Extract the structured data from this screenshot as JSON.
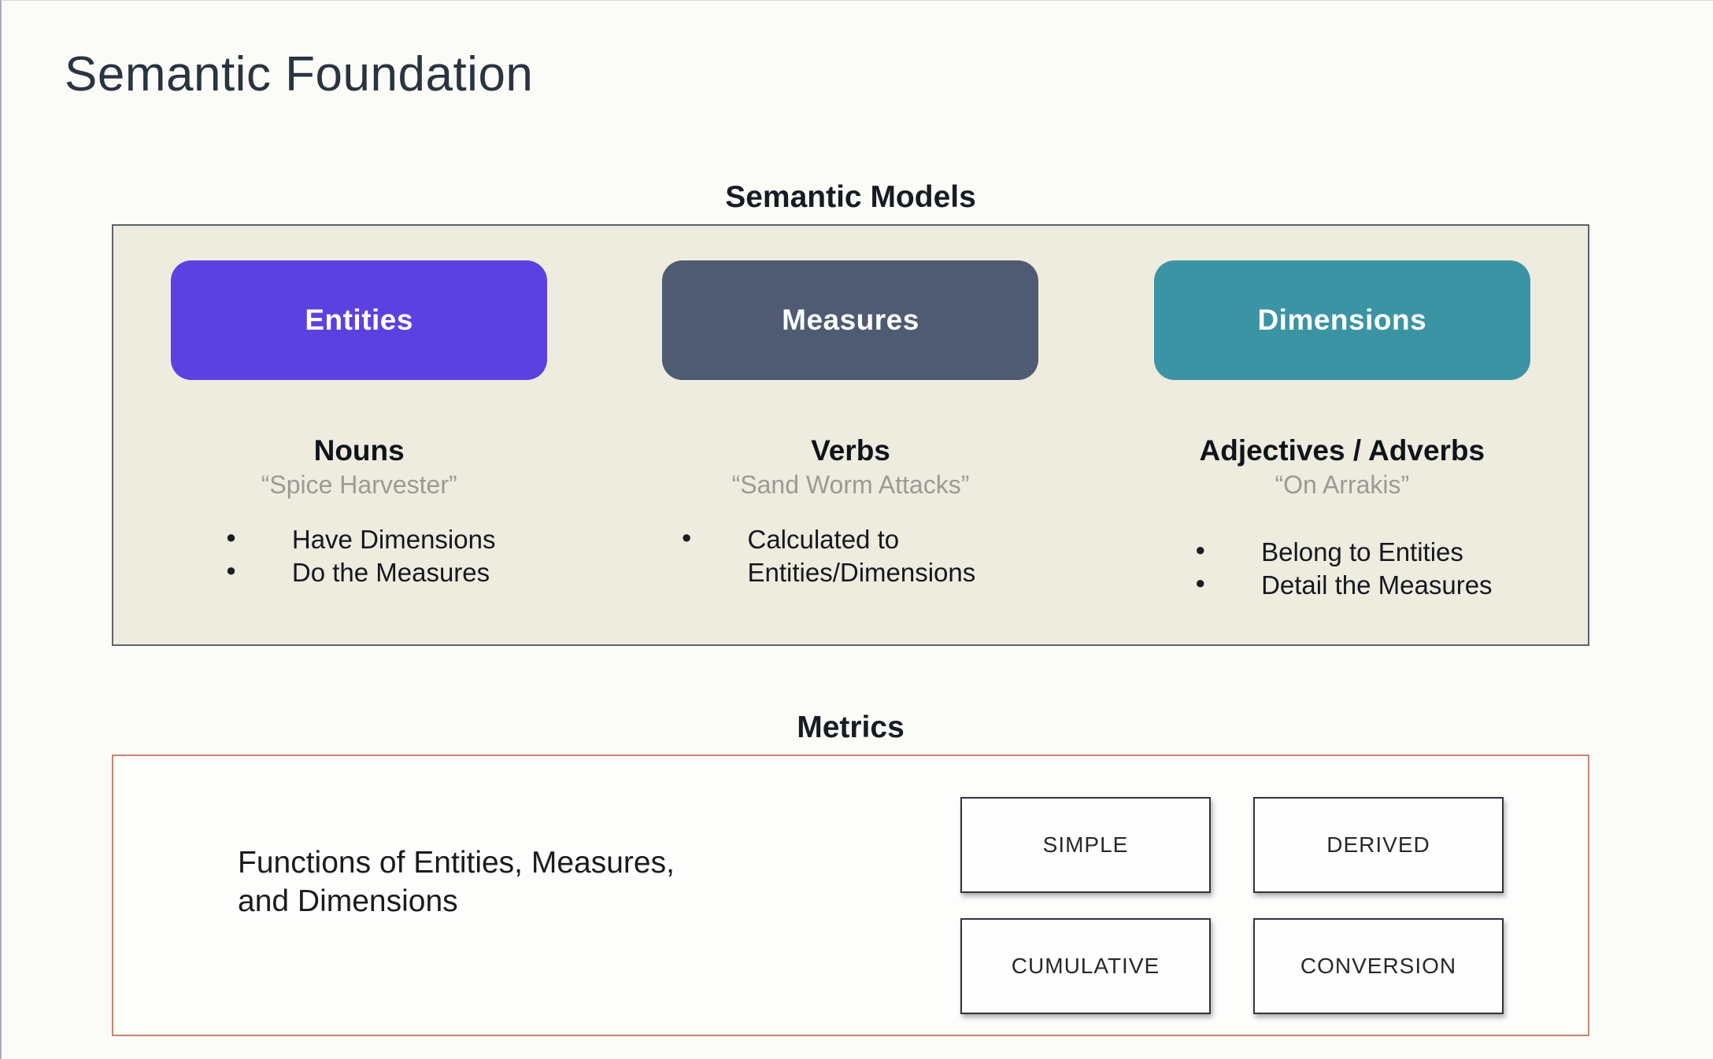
{
  "slide": {
    "title": "Semantic Foundation"
  },
  "semantic_models": {
    "heading": "Semantic Models",
    "panel_bg": "#eeebdf",
    "panel_border": "#5d6368",
    "columns": [
      {
        "pill_label": "Entities",
        "pill_color": "#5b42e0",
        "heading": "Nouns",
        "quote": "“Spice Harvester”",
        "bullets": [
          "Have Dimensions",
          "Do the Measures"
        ]
      },
      {
        "pill_label": "Measures",
        "pill_color": "#4e5b72",
        "heading": "Verbs",
        "quote": "“Sand Worm Attacks”",
        "bullets": [
          "Calculated to Entities/Dimensions"
        ]
      },
      {
        "pill_label": "Dimensions",
        "pill_color": "#3b94a4",
        "heading": "Adjectives / Adverbs",
        "quote": "“On Arrakis”",
        "bullets": [
          "Belong to Entities",
          "Detail the Measures"
        ]
      }
    ]
  },
  "metrics": {
    "heading": "Metrics",
    "panel_border": "#c98374",
    "description_lines": [
      "Functions of Entities, Measures,",
      "and Dimensions"
    ],
    "boxes": [
      "SIMPLE",
      "DERIVED",
      "CUMULATIVE",
      "CONVERSION"
    ]
  }
}
